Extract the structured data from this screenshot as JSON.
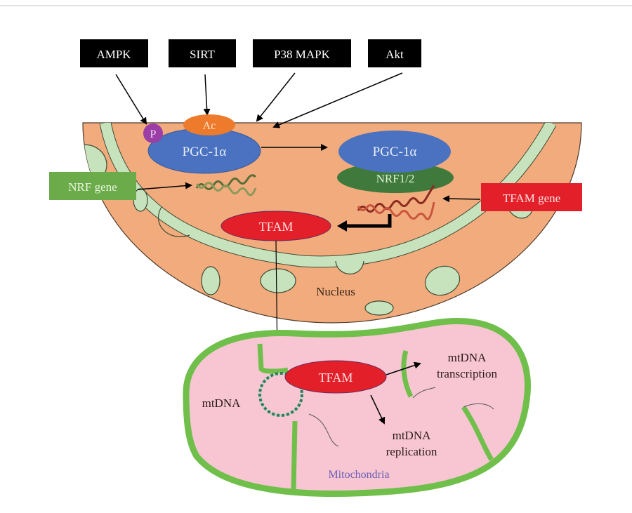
{
  "diagram": {
    "regulators": [
      {
        "label": "AMPK"
      },
      {
        "label": "SIRT"
      },
      {
        "label": "P38 MAPK"
      },
      {
        "label": "Akt"
      }
    ],
    "modifications": {
      "phospho": "P",
      "acetyl": "Ac"
    },
    "nucleus": {
      "label": "Nucleus",
      "pgc1a_left": "PGC-1α",
      "pgc1a_right": "PGC-1α",
      "nrf12": "NRF1/2",
      "tfam": "TFAM",
      "nrf_gene": "NRF gene",
      "tfam_gene": "TFAM gene"
    },
    "mitochondria": {
      "label": "Mitochondria",
      "tfam": "TFAM",
      "mtdna": "mtDNA",
      "transcription_line1": "mtDNA",
      "transcription_line2": "transcription",
      "replication_line1": "mtDNA",
      "replication_line2": "replication"
    },
    "colors": {
      "regulator_box": "#000000",
      "nucleus_fill": "#f2ab7c",
      "envelope": "#c6e3bd",
      "pgc1a": "#4a72c0",
      "nrf12": "#3f7a3c",
      "tfam": "#e3202a",
      "nrf_gene_box": "#6bab4a",
      "tfam_gene_box": "#e3202a",
      "phospho": "#9b3ea6",
      "acetyl": "#ee7b2c",
      "mito_membrane": "#6fbf4a",
      "mito_matrix": "#f7c6d2",
      "mito_label": "#6b5fb5"
    }
  }
}
